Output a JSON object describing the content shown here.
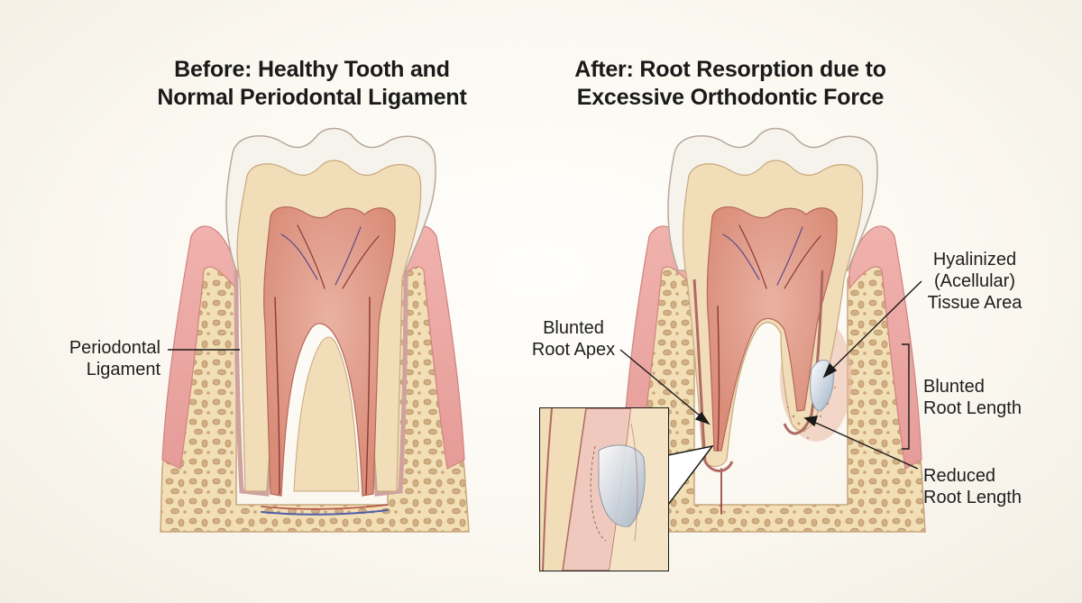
{
  "titles": {
    "before": [
      "Before: Healthy Tooth and",
      "Normal Periodontal Ligament"
    ],
    "after": [
      "After: Root Resorption due to",
      "Excessive Orthodontic Force"
    ]
  },
  "labels": {
    "periodontal_ligament": [
      "Periodontal",
      "Ligament"
    ],
    "blunted_root_apex": [
      "Blunted",
      "Root Apex"
    ],
    "hyalinized_tissue": [
      "Hyalinized",
      "(Acellular)",
      "Tissue Area"
    ],
    "blunted_root_length": [
      "Blunted",
      "Root Length"
    ],
    "reduced_root_length": [
      "Reduced",
      "Root Length"
    ]
  },
  "colors": {
    "enamel": "#f6f3ec",
    "dentin": "#f1ddb8",
    "pulp": "#e3a290",
    "gum": "#eba8a5",
    "bone": "#f2dfb6",
    "bone_pores": "#c9a67c",
    "ligament": "#cfa2a0",
    "hyalinized": "#d3dce6"
  }
}
